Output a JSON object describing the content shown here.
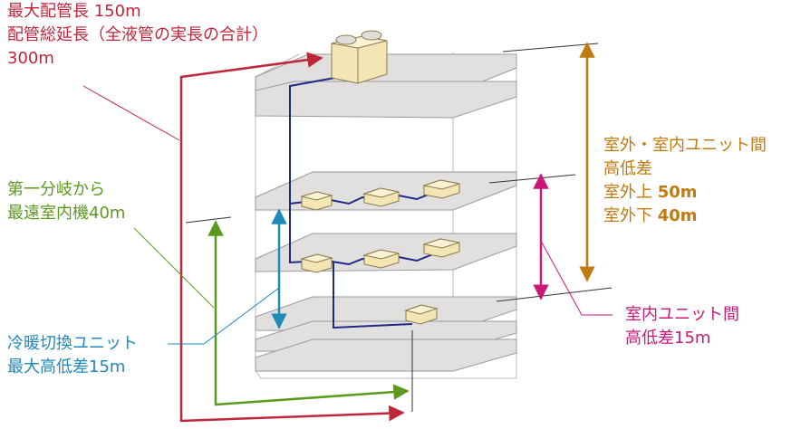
{
  "labels": {
    "max_pipe": {
      "line1": "最大配管長 150m",
      "line2": "配管総延長（全液管の実長の合計）",
      "line3": "300m"
    },
    "branch": {
      "line1": "第一分岐から",
      "line2": "最遠室内機40m"
    },
    "switch_unit": {
      "line1": "冷暖切換ユニット",
      "line2": "最大高低差15m"
    },
    "outdoor_indoor": {
      "line1": "室外・室内ユニット間",
      "line2": "高低差",
      "above_label": "室外上",
      "above_value": "50m",
      "below_label": "室外下",
      "below_value": "40m"
    },
    "indoor_indoor": {
      "line1": "室内ユニット間",
      "line2": "高低差15m"
    }
  },
  "colors": {
    "red": "#c0263a",
    "green": "#5a9a1c",
    "blue": "#1f89b8",
    "orange": "#c07a10",
    "magenta": "#c8197a",
    "pipe": "#1d2a86",
    "floor": "#e2dfdf",
    "unit": "#f3e6b4"
  },
  "icons": [
    "outdoor-unit-icon",
    "indoor-unit-icon"
  ]
}
